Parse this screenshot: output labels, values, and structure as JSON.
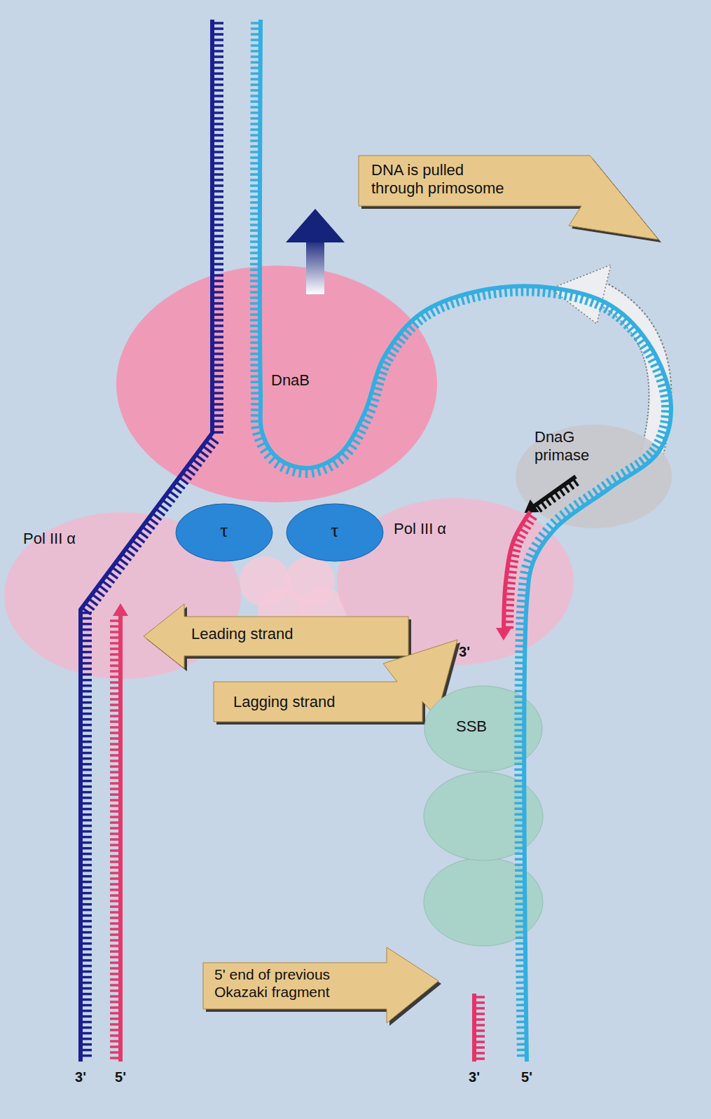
{
  "diagram": {
    "nodes": [
      {
        "text": [
          "DNA is pulled through primosome"
        ]
      },
      {
        "text": [
          "DnaB"
        ]
      },
      {
        "text": [
          "DnaG primase"
        ]
      },
      {
        "text": [
          "τ"
        ]
      },
      {
        "text": [
          "τ"
        ]
      },
      {
        "text": [
          "Pol III α"
        ]
      },
      {
        "text": [
          "Pol III α"
        ]
      },
      {
        "text": [
          "Leading strand"
        ]
      },
      {
        "text": [
          "Lagging strand"
        ]
      },
      {
        "text": [
          "SSB"
        ]
      },
      {
        "text": [
          "5' end of previous Okazaki fragment"
        ]
      }
    ],
    "labels": [
      "3'",
      "3'",
      "5'",
      "3'",
      "5'"
    ]
  }
}
